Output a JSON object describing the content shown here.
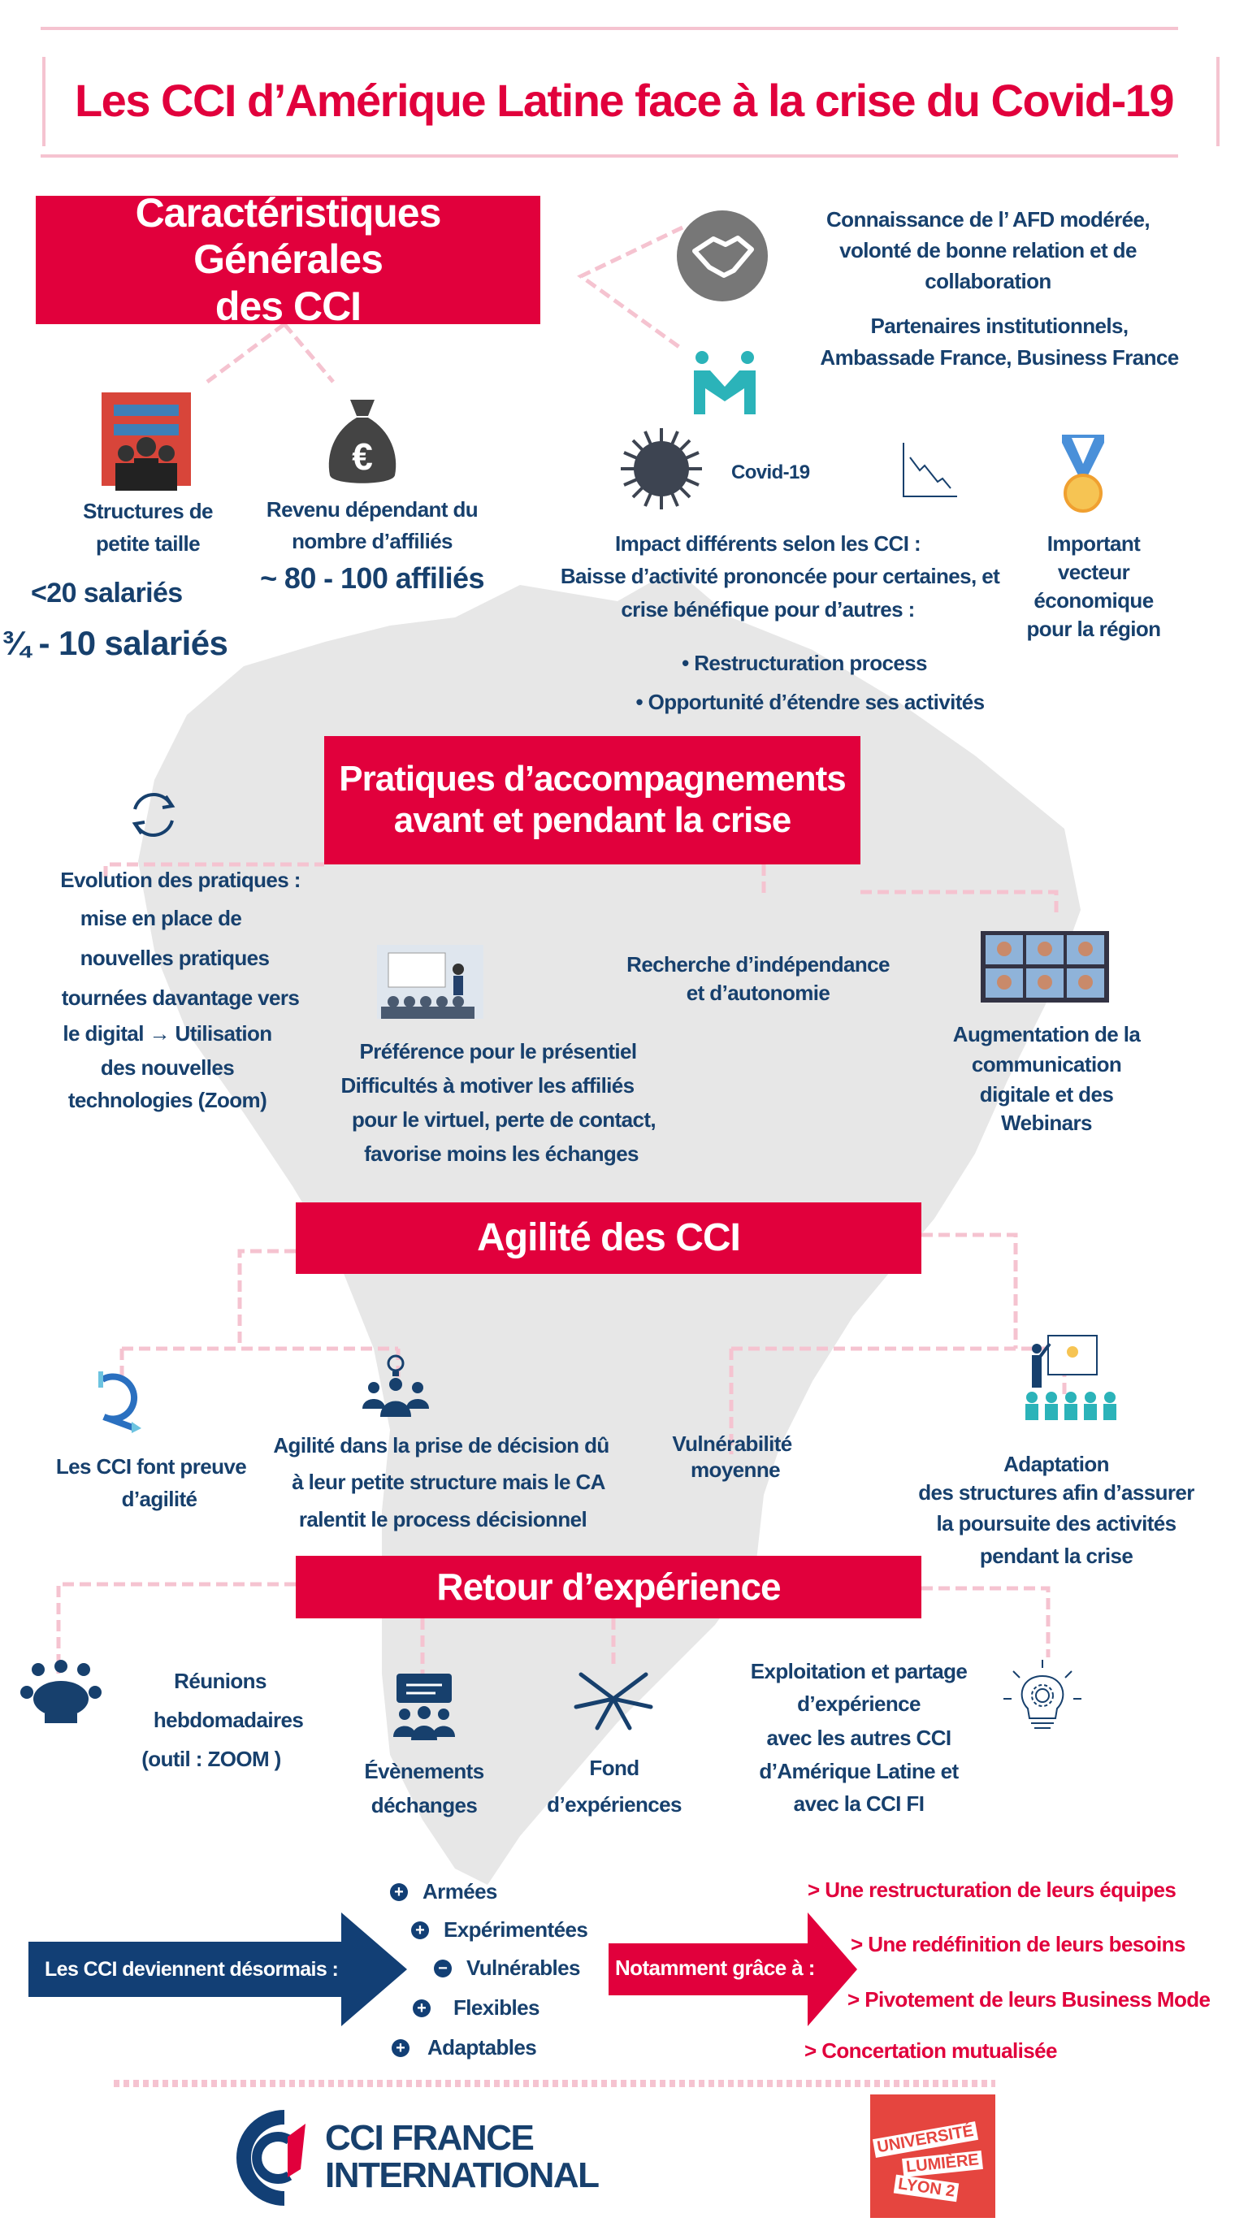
{
  "title": "Les CCI d’Amérique Latine face à  la crise du Covid-19",
  "colors": {
    "red": "#e1003c",
    "navy": "#17406d",
    "pink": "#f5c3d0",
    "map": "#e6e6e6",
    "teal": "#2bb3b9"
  },
  "section1": {
    "heading_line1": "Caractéristiques Générales",
    "heading_line2": "des CCI",
    "afd_lines": [
      "Connaissance de l’   AFD  modérée,",
      "volonté de bonne relation et de",
      "collaboration"
    ],
    "partners_lines": [
      "Partenaires  institutionnels,",
      "Ambassade France, Business France"
    ],
    "structures_lines": [
      "Structures de",
      "petite  taille"
    ],
    "employees_1": "<20 salariés",
    "employees_2": "¾ - 10 salariés",
    "revenue_lines": [
      "Revenu dépendant du",
      "nombre d’affiliés"
    ],
    "affiliates": "~ 80 - 100 affiliés",
    "covid_label": "Covid-19",
    "impact_lines": [
      "Impact différents selon les CCI :",
      "Baisse d’activité  prononcée pour certaines, et",
      "crise  bénéfique pour d’autres :"
    ],
    "bullets": [
      "• Restructuration process",
      "• Opportunité d’étendre ses activités"
    ],
    "vector_lines": [
      "Important",
      "vecteur",
      "économique",
      "pour la région"
    ],
    "icons": [
      "handshake-icon",
      "partners-icon",
      "building-staff-icon",
      "money-bag-euro-icon",
      "virus-icon",
      "declining-chart-icon",
      "medal-icon"
    ]
  },
  "section2": {
    "heading_line1": "Pratiques d’accompagnements",
    "heading_line2": "avant et pendant  la crise",
    "evolution_lines": [
      "Evolution des pratiques :",
      "mise en place de",
      "nouvelles pratiques",
      "tournées  davantage vers",
      "le  digital  → Utilisation",
      "des nouvelles",
      "technologies (Zoom)"
    ],
    "presential_lines": [
      "Préférence pour le présentiel",
      "Difficultés  à motiver les affiliés",
      "pour le virtuel, perte de contact,",
      "favorise moins les échanges"
    ],
    "independence_lines": [
      "Recherche d’indépendance",
      "et d’autonomie"
    ],
    "digital_lines": [
      "Augmentation de la",
      "communication",
      "digitale et des",
      "Webinars"
    ],
    "icons": [
      "refresh-cycle-icon",
      "presentation-icon",
      "video-conference-icon"
    ]
  },
  "section3": {
    "heading": "Agilité des CCI",
    "agility_lines": [
      "Les CCI font preuve",
      "d’agilité"
    ],
    "decision_lines": [
      "Agilité dans la prise de décision  dû",
      "à leur petite structure mais le CA",
      "ralentit le process décisionnel"
    ],
    "vulnerability_lines": [
      "Vulnérabilité",
      "moyenne"
    ],
    "adaptation_lines": [
      "Adaptation",
      "des structures afin d’assurer",
      "la poursuite des activités",
      "pendant la crise"
    ],
    "icons": [
      "agile-loop-icon",
      "team-idea-icon",
      "teacher-audience-icon"
    ]
  },
  "section4": {
    "heading": "Retour d’expérience",
    "meetings_lines": [
      "Réunions",
      "hebdomadaires",
      "(outil : ZOOM )"
    ],
    "events_lines": [
      "Évènements",
      "déchanges"
    ],
    "fund_lines": [
      "Fond",
      "d’expériences"
    ],
    "sharing_lines": [
      "Exploitation et partage",
      "d’expérience",
      "avec les autres CCI",
      "d’Amérique Latine et",
      "avec la CCI FI"
    ],
    "icons": [
      "meeting-table-icon",
      "chat-group-icon",
      "joined-hands-icon",
      "lightbulb-gear-icon"
    ]
  },
  "conclusion": {
    "blue_arrow": "Les CCI deviennent désormais :",
    "qualities": [
      {
        "sign": "+",
        "label": "Armées"
      },
      {
        "sign": "+",
        "label": "Expérimentées"
      },
      {
        "sign": "−",
        "label": "Vulnérables"
      },
      {
        "sign": "+",
        "label": "Flexibles"
      },
      {
        "sign": "+",
        "label": "Adaptables"
      }
    ],
    "red_arrow": "Notamment grâce à :",
    "means": [
      "> Une restructuration de leurs équipes",
      "> Une redéfinition de leurs besoins",
      ">  Pivotement de leurs Business Mode",
      "> Concertation mutualisée"
    ]
  },
  "footer": {
    "cci_logo_line1": "CCI FRANCE",
    "cci_logo_line2": "INTERNATIONAL",
    "lyon_logo": [
      "UNIVERSITÉ",
      "LUMIÈRE",
      "LYON 2"
    ]
  }
}
